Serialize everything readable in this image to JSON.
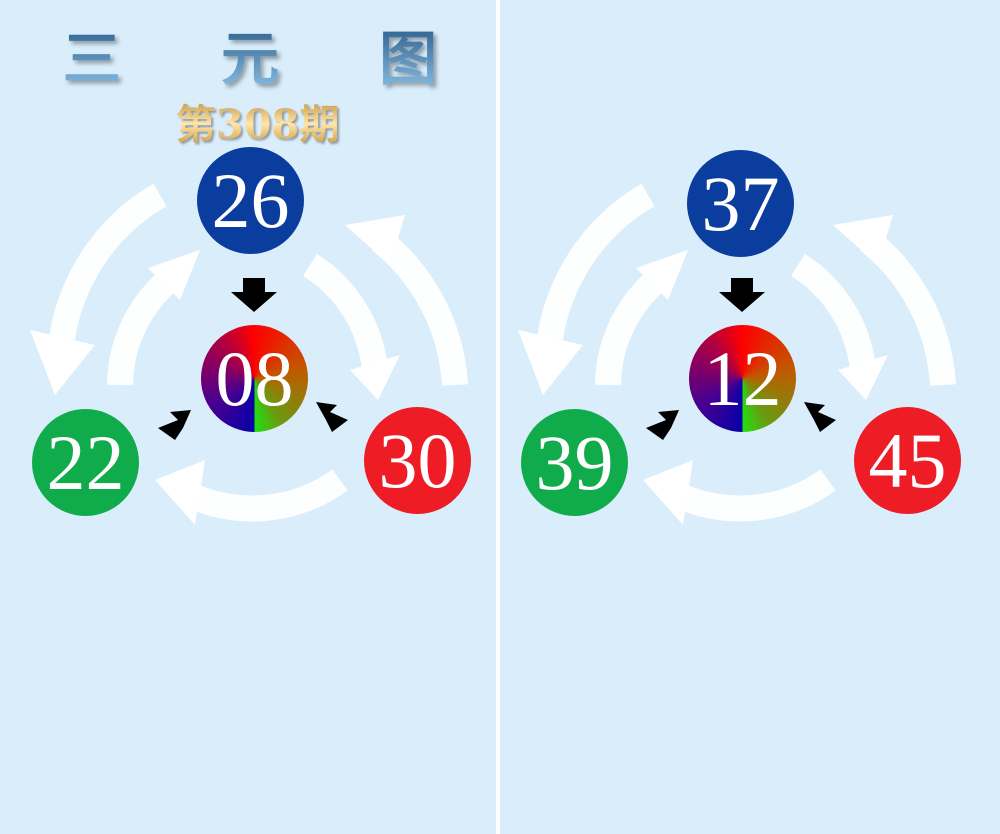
{
  "title": "三 元 图",
  "issue": "第308期",
  "panels": [
    {
      "top": "26",
      "left": "22",
      "right": "30",
      "center": "08"
    },
    {
      "top": "37",
      "left": "39",
      "right": "45",
      "center": "12"
    }
  ],
  "colors": {
    "background": "#d9edfb",
    "top_ball": "#0a3d9e",
    "left_ball": "#10ac4b",
    "right_ball": "#ee1c25"
  }
}
